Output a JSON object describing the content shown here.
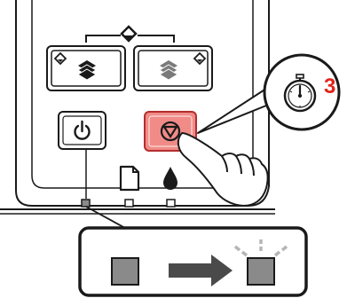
{
  "step": {
    "number": "3"
  },
  "colors": {
    "accent_red": "#e2231a",
    "stop_button_fill": "#f08b87",
    "stop_button_border": "#b42d2d",
    "light_off": "#8a8a8a",
    "outline": "#1a1a1a"
  },
  "panel": {
    "top_buttons": [
      {
        "name": "bw-copy-button",
        "icon": "stacked-paper-black-icon",
        "mode_icon": "diamond-icon"
      },
      {
        "name": "color-copy-button",
        "icon": "stacked-paper-gray-icon",
        "mode_icon": "diamond-icon"
      }
    ],
    "copy_indicator_icon": "diamond-icon",
    "power_button": {
      "icon": "power-icon"
    },
    "stop_button": {
      "icon": "stop-reset-icon"
    },
    "status_icons": [
      "paper-icon",
      "ink-drop-icon"
    ]
  },
  "callout": {
    "icon": "timer-icon",
    "gesture": "press-and-hold"
  },
  "detail": {
    "from_state": "light-off",
    "arrow": "right-arrow-icon",
    "to_state": "light-flashing"
  }
}
